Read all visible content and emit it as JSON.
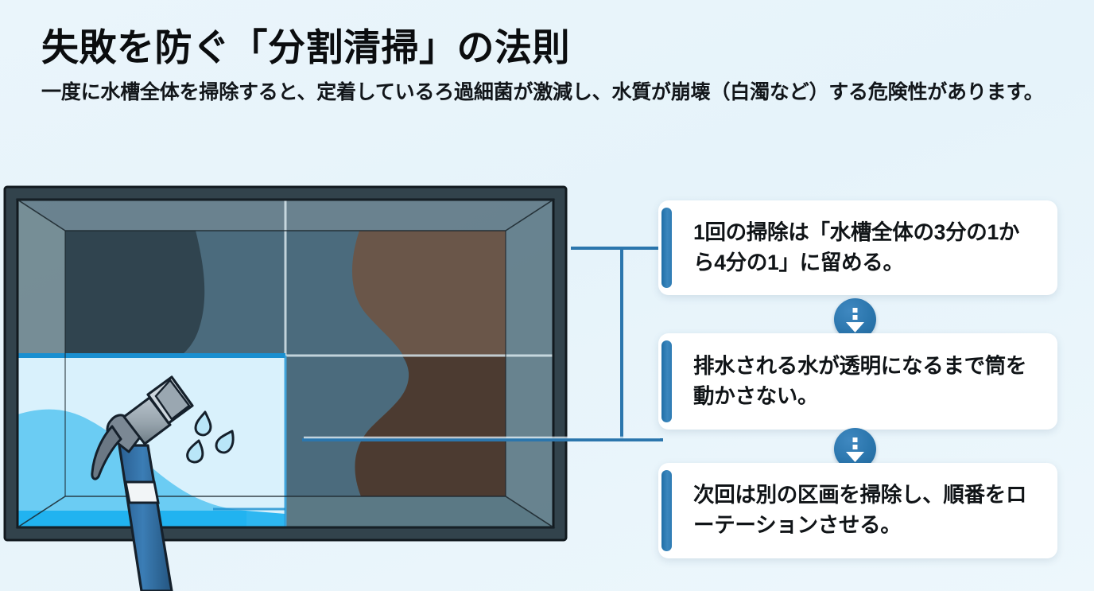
{
  "header": {
    "title": "失敗を防ぐ「分割清掃」の法則",
    "subtitle": "一度に水槽全体を掃除すると、定着しているろ過細菌が激減し、水質が崩壊（白濁など）する危険性があります。"
  },
  "illustration": {
    "name": "aquarium-tank-quadrant-diagram",
    "description": "正面から見た水槽。十字の区画線で4分割され、左下の区画だけが清掃済みで明るい水色。右側にはコケ・汚れの茶色い領域。左下からホースノズルが差し込まれている。",
    "parts": {
      "tank_frame": "tank-frame",
      "divider_vertical": "quadrant-divider-vertical",
      "divider_horizontal": "quadrant-divider-horizontal",
      "cleaned_quadrant": "cleaned-quadrant-bottom-left",
      "dirty_patch_left": "dirt-patch-upper-left",
      "dirty_patch_right": "algae-patch-right",
      "hose": "hose-nozzle",
      "droplets": "water-droplets"
    }
  },
  "colors": {
    "background": "#e9f4fb",
    "accent_blue": "#2b76ad",
    "accent_blue_dark": "#1f6ea6",
    "card_bg": "#ffffff",
    "text": "#101417",
    "tank_frame": "#2b3a42",
    "tank_glass": "#4b6c7e",
    "tank_bevel": "#55737f",
    "dirt_dark": "#2f4450",
    "algae_brown": "#6b5647",
    "algae_brown_dark": "#4a3a30",
    "clean_water_pale": "#d6f0fb",
    "clean_water_bright": "#37bdf2",
    "hose_blue": "#2d6ea6",
    "nozzle_gray": "#8f9aa3"
  },
  "cards": [
    {
      "id": "card-1",
      "name": "rule-card-portion",
      "text": "1回の掃除は「水槽全体の3分の1から4分の1」に留める。"
    },
    {
      "id": "card-2",
      "name": "rule-card-drain-clear",
      "text": "排水される水が透明になるまで筒を動かさない。"
    },
    {
      "id": "card-3",
      "name": "rule-card-rotate-zones",
      "text": "次回は別の区画を掃除し、順番をローテーションさせる。"
    }
  ],
  "connectors": {
    "arrow_1": "down-arrow-step-1-to-2",
    "arrow_2": "down-arrow-step-2-to-3",
    "leader_top": "leader-line-tank-to-card-1",
    "leader_bottom": "leader-line-tank-to-card-2"
  }
}
